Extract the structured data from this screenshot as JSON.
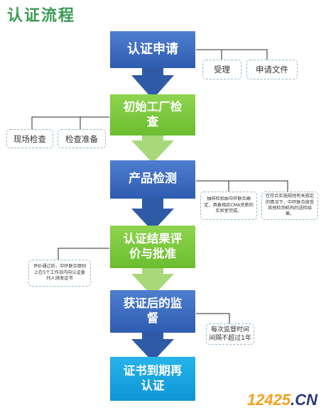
{
  "title": "认证流程",
  "steps": [
    {
      "label": "认证申请"
    },
    {
      "line1": "初始工厂检",
      "line2": "查"
    },
    {
      "label": "产品检测"
    },
    {
      "line1": "认证结果评",
      "line2": "价与批准"
    },
    {
      "line1": "获证后的监",
      "line2": "督"
    },
    {
      "line1": "证书到期再",
      "line2": "认证"
    }
  ],
  "notes": {
    "accept": "受理",
    "application_docs": "申请文件",
    "site_inspection": "现场检查",
    "inspection_prep": "检查准备",
    "sampling_lab": "抽样检验由中环联合确定，具备相应CMA资质的实验室完成。",
    "recognized_results": "在符合实施规则有关规定的情况下，中环联合接受其他检测机构的送检结果。",
    "evaluation_pass": "评价通过后，中环联合原则上在5个工作日内向认证委托人颁发证书",
    "supervision_interval": "每次监督时间间隔不超过1年"
  },
  "logo": {
    "number": "12425",
    "domain": ".CN"
  },
  "colors": {
    "blue": "#3a6cc4",
    "green": "#7cc83f",
    "cyan": "#1aa5e0",
    "arrow_blue": "#2f5aa6",
    "arrow_green": "#a7d97a"
  }
}
